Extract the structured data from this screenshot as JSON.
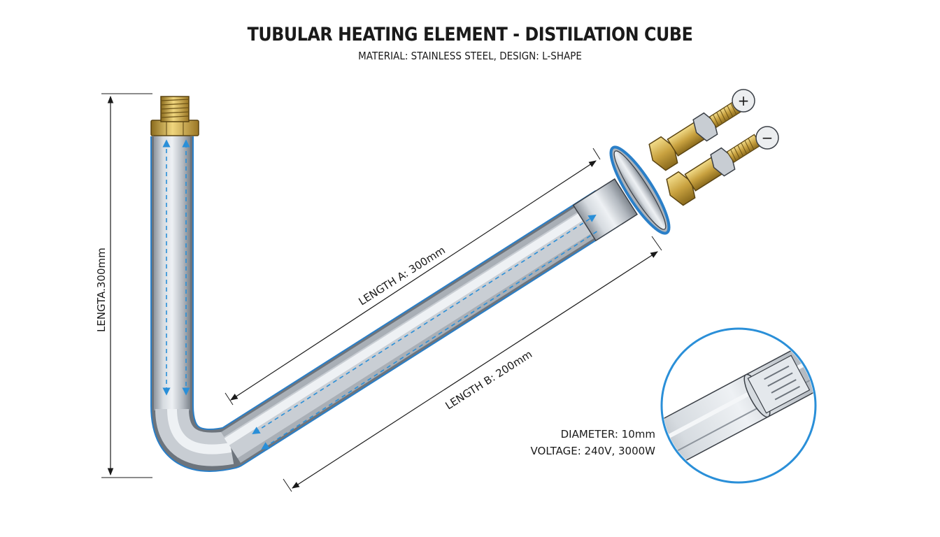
{
  "diagram": {
    "title": "TUBULAR HEATING ELEMENT - DISTILATION CUBE",
    "subtitle": "MATERIAL: STAINLESS STEEL, DESIGN: L-SHAPE",
    "dimensions": {
      "vertical_length": "LENGTA.300mm",
      "length_a": "LENGTH A: 300mm",
      "length_b": "LENGTH B: 200mm"
    },
    "terminals": {
      "positive": "+",
      "negative": "−"
    },
    "specs": {
      "diameter": "DIAMETER: 10mm",
      "voltage": "VOLTAGE: 240V, 3000W"
    },
    "colors": {
      "steel": "#b9bfc6",
      "flow_arrow": "#2a8fd8",
      "brass": "#c9a240",
      "outline": "#3a3f46"
    }
  }
}
